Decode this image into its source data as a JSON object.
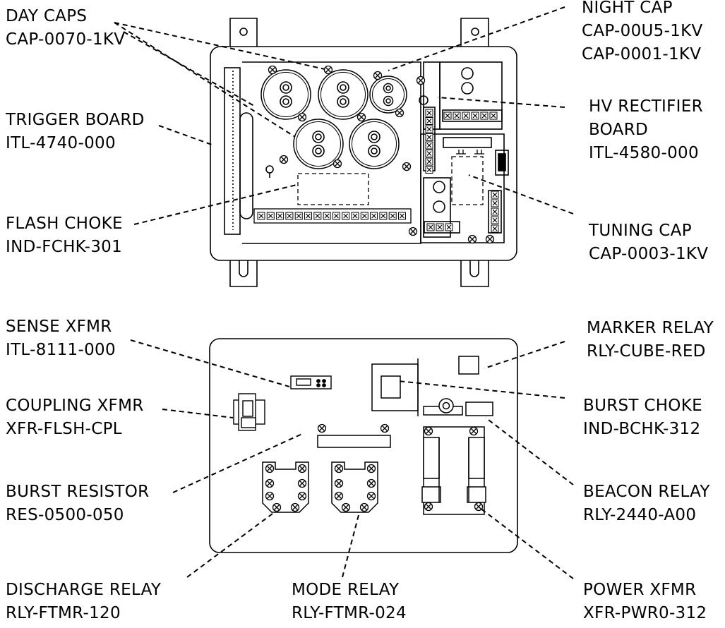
{
  "labels": {
    "day_caps": {
      "name": "DAY CAPS",
      "part": "CAP-0070-1KV"
    },
    "night_cap": {
      "name": "NIGHT CAP",
      "part1": "CAP-00U5-1KV",
      "part2": "CAP-0001-1KV"
    },
    "trigger_board": {
      "name": "TRIGGER BOARD",
      "part": "ITL-4740-000"
    },
    "hv_rectifier": {
      "name1": "HV RECTIFIER",
      "name2": "BOARD",
      "part": "ITL-4580-000"
    },
    "flash_choke": {
      "name": "FLASH CHOKE",
      "part": "IND-FCHK-301"
    },
    "tuning_cap": {
      "name": "TUNING CAP",
      "part": "CAP-0003-1KV"
    },
    "sense_xfmr": {
      "name": "SENSE XFMR",
      "part": "ITL-8111-000"
    },
    "marker_relay": {
      "name": "MARKER RELAY",
      "part": "RLY-CUBE-RED"
    },
    "coupling_xfmr": {
      "name": "COUPLING XFMR",
      "part": "XFR-FLSH-CPL"
    },
    "burst_choke": {
      "name": "BURST CHOKE",
      "part": "IND-BCHK-312"
    },
    "burst_resistor": {
      "name": "BURST RESISTOR",
      "part": "RES-0500-050"
    },
    "beacon_relay": {
      "name": "BEACON RELAY",
      "part": "RLY-2440-A00"
    },
    "discharge_relay": {
      "name": "DISCHARGE RELAY",
      "part": "RLY-FTMR-120"
    },
    "mode_relay": {
      "name": "MODE RELAY",
      "part": "RLY-FTMR-024"
    },
    "power_xfmr": {
      "name": "POWER XFMR",
      "part": "XFR-PWR0-312"
    }
  },
  "colors": {
    "ink": "#000000",
    "background": "#ffffff"
  }
}
